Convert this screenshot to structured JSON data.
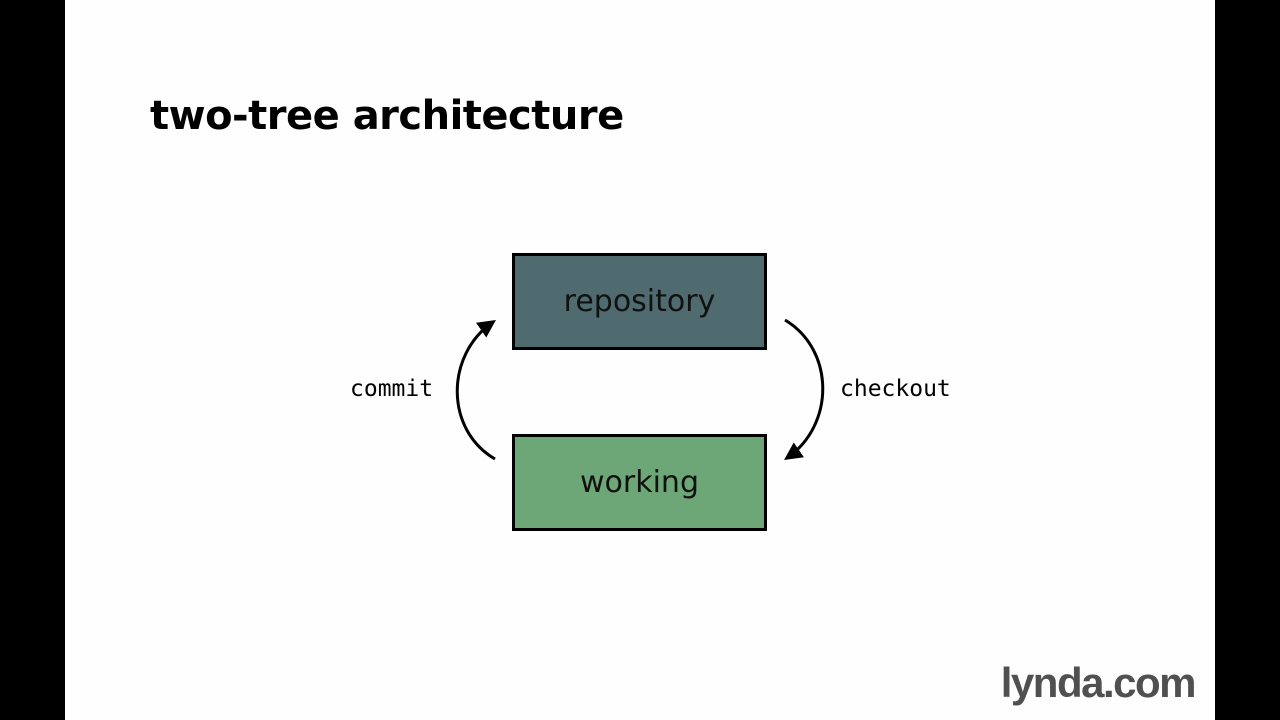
{
  "slide": {
    "title": "two-tree architecture"
  },
  "diagram": {
    "nodes": [
      {
        "id": "repository",
        "label": "repository",
        "color": "#4f6b70"
      },
      {
        "id": "working",
        "label": "working",
        "color": "#6ea777"
      }
    ],
    "edges": [
      {
        "from": "working",
        "to": "repository",
        "label": "commit"
      },
      {
        "from": "repository",
        "to": "working",
        "label": "checkout"
      }
    ]
  },
  "branding": {
    "logo_text": "lynda.com"
  }
}
